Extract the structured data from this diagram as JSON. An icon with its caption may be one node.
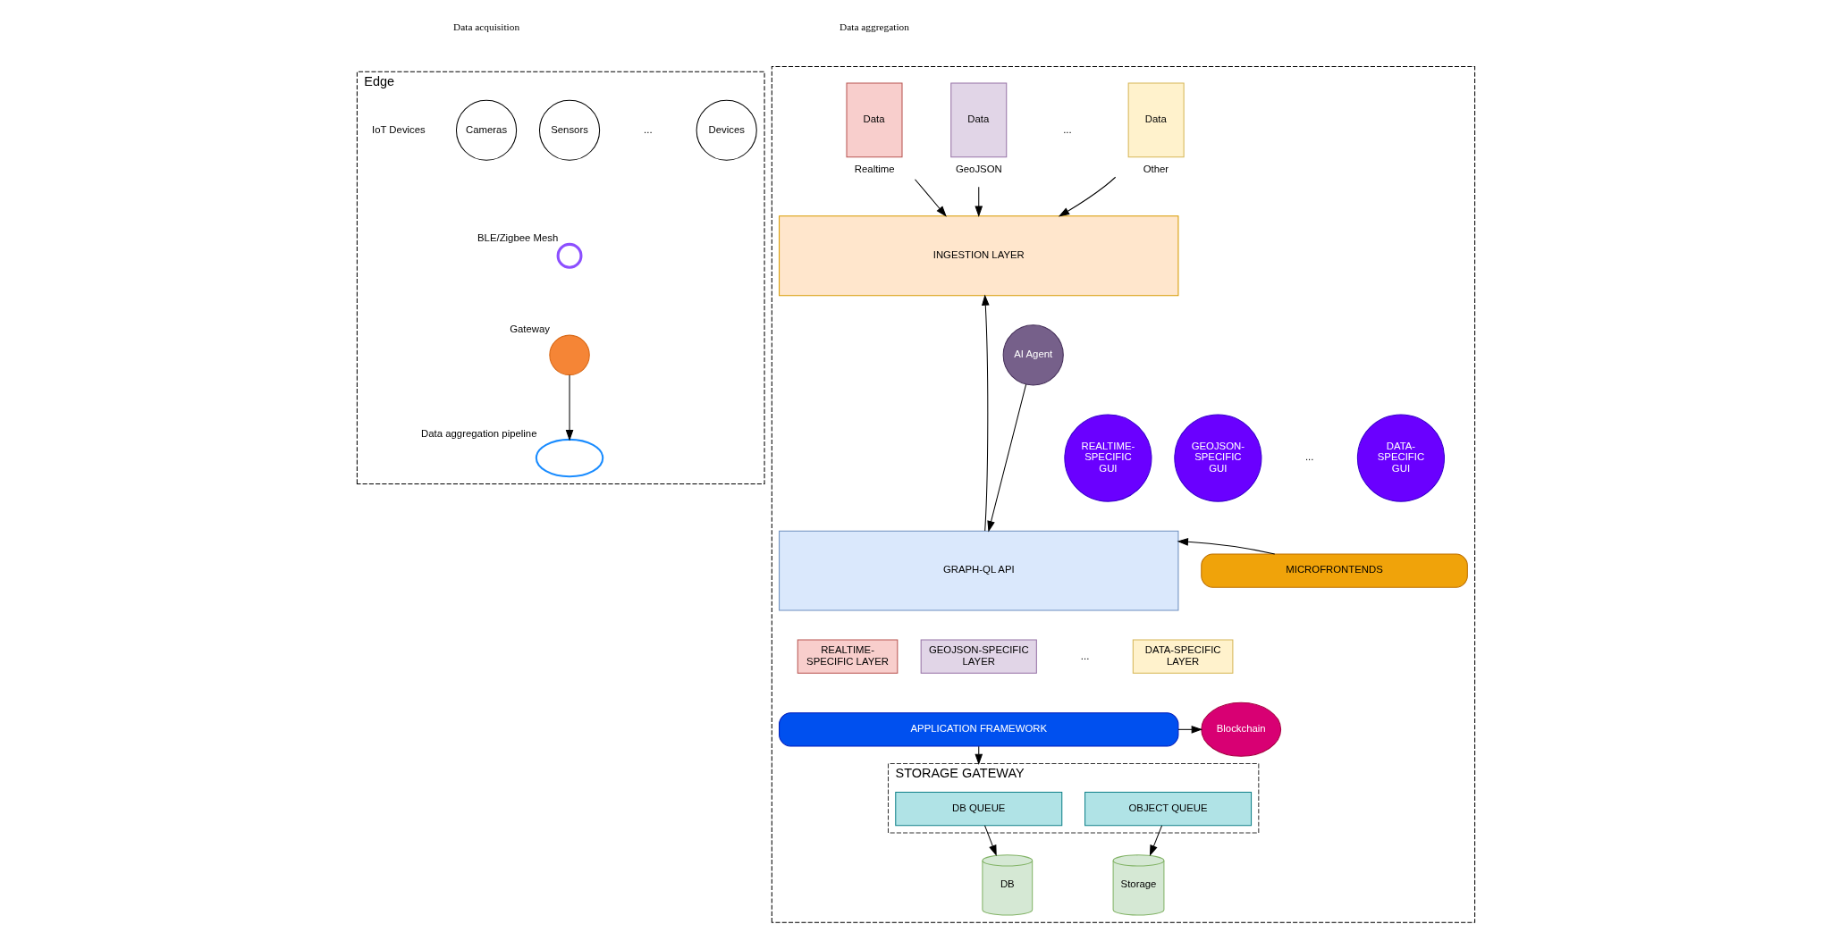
{
  "diagram": {
    "nodes": [
      {
        "text": [
          "Edge"
        ]
      },
      {
        "text": [
          "Cameras"
        ],
        "in": 0
      },
      {
        "text": [
          "Sensors"
        ],
        "in": 0
      },
      {
        "text": [
          "Devices"
        ],
        "in": 0
      },
      {
        "text": [],
        "shape": "circle",
        "beside": [
          "BLE/Zigbee Mesh"
        ],
        "in": 0
      },
      {
        "text": [],
        "shape": "circle",
        "beside": [
          "Gateway"
        ],
        "in": 0
      },
      {
        "text": [],
        "shape": "cloud",
        "beside": [
          "Data aggregation pipeline"
        ],
        "in": 0
      },
      {
        "text": [],
        "shape": "box"
      },
      {
        "text": [
          "Data"
        ],
        "beside": [
          "Realtime"
        ],
        "in": 7
      },
      {
        "text": [
          "Data"
        ],
        "beside": [
          "GeoJSON"
        ],
        "in": 7
      },
      {
        "text": [
          "Data"
        ],
        "beside": [
          "Other"
        ],
        "in": 7
      },
      {
        "text": [
          "INGESTION LAYER"
        ],
        "in": 7
      },
      {
        "text": [
          "AI Agent"
        ],
        "in": 7
      },
      {
        "text": [
          "GRAPH-QL API"
        ],
        "in": 7
      },
      {
        "text": [
          "REALTIME-SPECIFIC LAYER"
        ],
        "in": 7
      },
      {
        "text": [
          "GEOJSON-SPECIFIC LAYER"
        ],
        "in": 7
      },
      {
        "text": [
          "DATA-SPECIFIC LAYER"
        ],
        "in": 7
      },
      {
        "text": [
          "APPLICATION FRAMEWORK"
        ],
        "in": 7
      },
      {
        "text": [
          "Blockchain"
        ],
        "in": 7
      },
      {
        "text": [
          "STORAGE GATEWAY"
        ],
        "in": 7
      },
      {
        "text": [
          "DB QUEUE"
        ],
        "in": 19
      },
      {
        "text": [
          "OBJECT QUEUE"
        ],
        "in": 19
      },
      {
        "text": [
          "DB"
        ],
        "in": 7
      },
      {
        "text": [
          "Storage"
        ],
        "in": 7
      },
      {
        "text": [
          "REALTIME-SPECIFIC GUI"
        ],
        "in": 7
      },
      {
        "text": [
          "GEOJSON-SPECIFIC GUI"
        ],
        "in": 7
      },
      {
        "text": [
          "DATA-SPECIFIC GUI"
        ],
        "in": 7
      },
      {
        "text": [
          "MICROFRONTENDS"
        ],
        "in": 7
      }
    ],
    "edges": [
      {
        "from": 5,
        "to": 6,
        "arrow": "to"
      },
      {
        "from": 8,
        "to": 11,
        "arrow": "to"
      },
      {
        "from": 9,
        "to": 11,
        "arrow": "to"
      },
      {
        "from": 10,
        "to": 11,
        "arrow": "to"
      },
      {
        "from": 13,
        "to": 11,
        "arrow": "to"
      },
      {
        "from": 12,
        "to": 13,
        "arrow": "to"
      },
      {
        "from": 27,
        "to": 13,
        "arrow": "to"
      },
      {
        "from": 17,
        "to": 18,
        "arrow": "to"
      },
      {
        "from": 17,
        "to": 19,
        "arrow": "to"
      },
      {
        "from": 20,
        "to": 22,
        "arrow": "to"
      },
      {
        "from": 21,
        "to": 23,
        "arrow": "to"
      }
    ],
    "labels": [
      "Data acquisition",
      "Data aggregation",
      "...",
      "IoT Devices",
      "...",
      "...",
      "..."
    ]
  }
}
